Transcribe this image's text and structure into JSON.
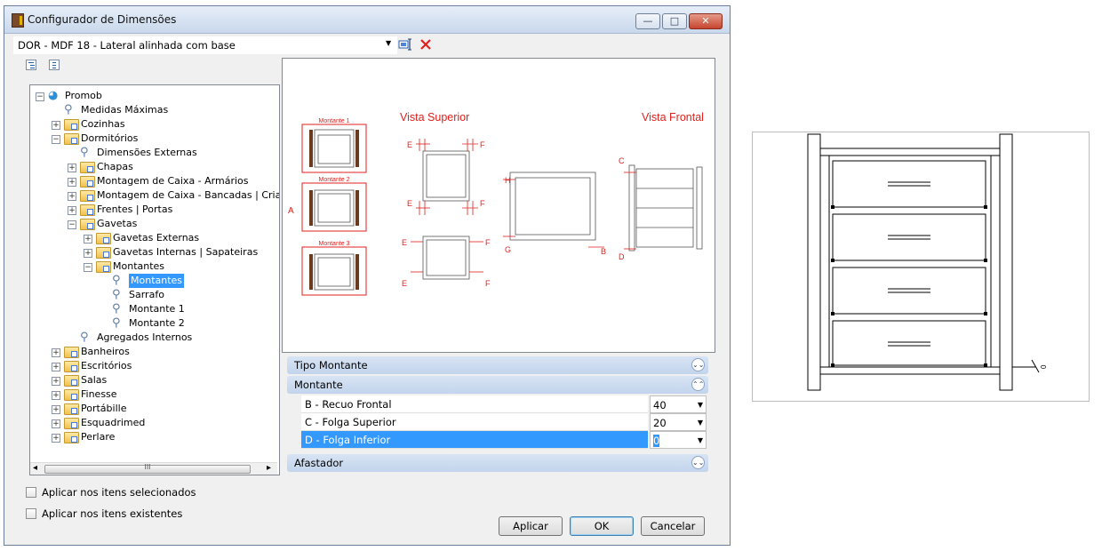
{
  "window": {
    "title": "Configurador de Dimensões",
    "minimize_glyph": "—",
    "maximize_glyph": "□",
    "close_glyph": "✕"
  },
  "combo": {
    "value": "DOR - MDF 18 - Lateral alinhada com base",
    "arrow": "▼"
  },
  "tree": {
    "items": [
      {
        "label": "Promob",
        "depth": 0,
        "expander": "minus",
        "icon": "globe-icon"
      },
      {
        "label": "Medidas Máximas",
        "depth": 1,
        "expander": "none",
        "icon": "paperclip-icon"
      },
      {
        "label": "Cozinhas",
        "depth": 1,
        "expander": "plus",
        "icon": "folder-icon"
      },
      {
        "label": "Dormitórios",
        "depth": 1,
        "expander": "minus",
        "icon": "folder-icon"
      },
      {
        "label": "Dimensões Externas",
        "depth": 2,
        "expander": "none",
        "icon": "paperclip-icon"
      },
      {
        "label": "Chapas",
        "depth": 2,
        "expander": "plus",
        "icon": "folder-icon"
      },
      {
        "label": "Montagem de Caixa - Armários",
        "depth": 2,
        "expander": "plus",
        "icon": "folder-icon"
      },
      {
        "label": "Montagem de Caixa - Bancadas | Criados",
        "depth": 2,
        "expander": "plus",
        "icon": "folder-icon"
      },
      {
        "label": "Frentes | Portas",
        "depth": 2,
        "expander": "plus",
        "icon": "folder-icon"
      },
      {
        "label": "Gavetas",
        "depth": 2,
        "expander": "minus",
        "icon": "folder-icon"
      },
      {
        "label": "Gavetas Externas",
        "depth": 3,
        "expander": "plus",
        "icon": "folder-icon"
      },
      {
        "label": "Gavetas Internas | Sapateiras",
        "depth": 3,
        "expander": "plus",
        "icon": "folder-icon"
      },
      {
        "label": "Montantes",
        "depth": 3,
        "expander": "minus",
        "icon": "folder-icon"
      },
      {
        "label": "Montantes",
        "depth": 4,
        "expander": "none",
        "icon": "paperclip-icon",
        "selected": true
      },
      {
        "label": "Sarrafo",
        "depth": 4,
        "expander": "none",
        "icon": "paperclip-icon"
      },
      {
        "label": "Montante 1",
        "depth": 4,
        "expander": "none",
        "icon": "paperclip-icon"
      },
      {
        "label": "Montante 2",
        "depth": 4,
        "expander": "none",
        "icon": "paperclip-icon"
      },
      {
        "label": "Agregados Internos",
        "depth": 2,
        "expander": "none",
        "icon": "paperclip-icon"
      },
      {
        "label": "Banheiros",
        "depth": 1,
        "expander": "plus",
        "icon": "folder-icon"
      },
      {
        "label": "Escritórios",
        "depth": 1,
        "expander": "plus",
        "icon": "folder-icon"
      },
      {
        "label": "Salas",
        "depth": 1,
        "expander": "plus",
        "icon": "folder-icon"
      },
      {
        "label": "Finesse",
        "depth": 1,
        "expander": "plus",
        "icon": "folder-icon"
      },
      {
        "label": "Portábille",
        "depth": 1,
        "expander": "plus",
        "icon": "folder-icon"
      },
      {
        "label": "Esquadrimed",
        "depth": 1,
        "expander": "plus",
        "icon": "folder-icon"
      },
      {
        "label": "Perlare",
        "depth": 1,
        "expander": "plus",
        "icon": "folder-icon"
      }
    ],
    "scroll_left": "◂",
    "scroll_right": "▸",
    "scroll_grip": "III"
  },
  "preview": {
    "montante1": "Montante 1",
    "montante2": "Montante 2",
    "montante3": "Montante 3",
    "label_a": "A",
    "vista_superior": "Vista Superior",
    "vista_frontal": "Vista Frontal",
    "e": "E",
    "f": "F",
    "g": "G",
    "h": "H",
    "b": "B",
    "c": "C",
    "d": "D",
    "accent": "#e0201c"
  },
  "properties": {
    "categories": [
      {
        "label": "Tipo Montante",
        "expanded": false,
        "glyph": "⌄⌄"
      },
      {
        "label": "Montante",
        "expanded": true,
        "glyph": "⌃⌃"
      },
      {
        "label": "Afastador",
        "expanded": false,
        "glyph": "⌄⌄"
      }
    ],
    "rows": [
      {
        "name": "B - Recuo Frontal",
        "value": "40",
        "selected": false
      },
      {
        "name": "C - Folga Superior",
        "value": "20",
        "selected": false
      },
      {
        "name": "D - Folga Inferior",
        "value": "0",
        "selected": true
      }
    ],
    "dropdown_glyph": "▼"
  },
  "options": {
    "apply_selected": "Aplicar nos itens selecionados",
    "apply_existing": "Aplicar nos itens existentes"
  },
  "buttons": {
    "apply": "Aplicar",
    "ok": "OK",
    "cancel": "Cancelar"
  },
  "right_drawing": {
    "dimension_label": "0"
  }
}
